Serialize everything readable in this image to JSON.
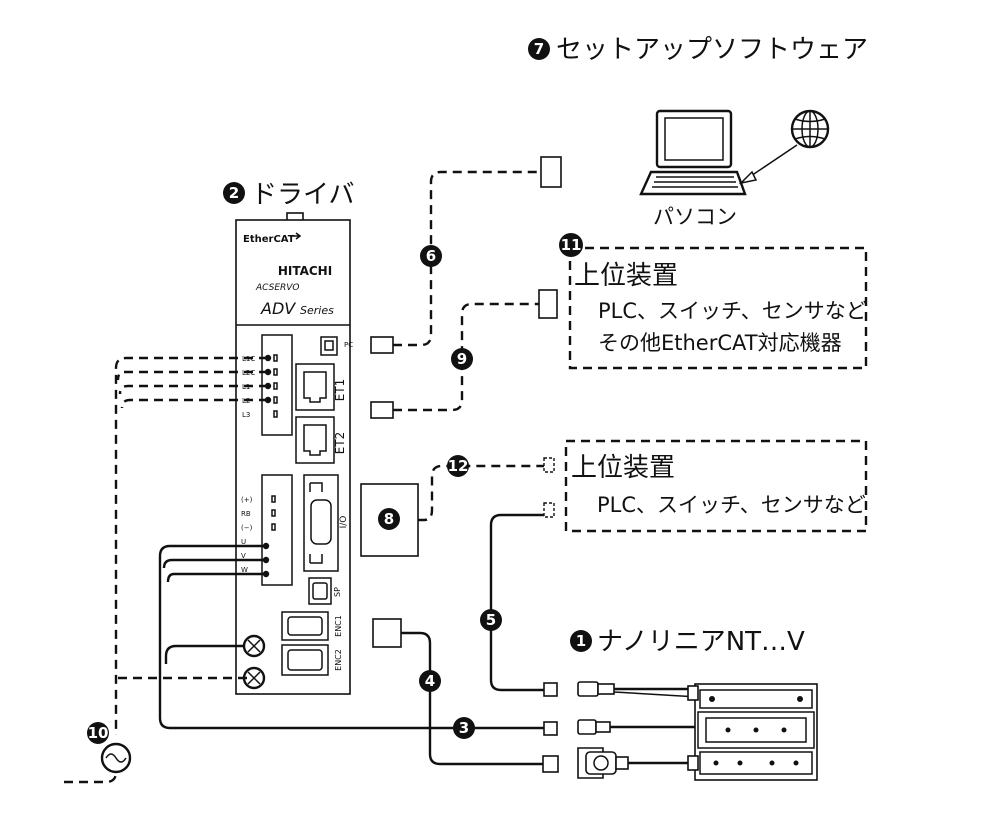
{
  "labels": {
    "setup_software": "セットアップソフトウェア",
    "driver": "ドライバ",
    "pc": "パソコン",
    "upper1_title": "上位装置",
    "upper1_line1": "PLC、スイッチ、センサなど",
    "upper1_line2": "その他EtherCAT対応機器",
    "upper2_title": "上位装置",
    "upper2_line1": "PLC、スイッチ、センサなど",
    "actuator": "ナノリニアNT…V"
  },
  "driver_panel": {
    "ethercat_logo": "EtherCAT",
    "brand": "HITACHI",
    "line": "ACSERVO",
    "model": "ADV",
    "series": "Series",
    "port_pc": "PC",
    "port_et1": "ET1",
    "port_et2": "ET2",
    "port_io": "I/O",
    "port_sp": "SP",
    "port_enc1": "ENC1",
    "port_enc2": "ENC2",
    "power_terminals": [
      "L1C",
      "L2C",
      "L1",
      "L2",
      "L3"
    ],
    "motor_terminals": [
      "(+)",
      "RB",
      "(−)",
      "U",
      "V",
      "W"
    ]
  },
  "badges": {
    "b1": "1",
    "b2": "2",
    "b3": "3",
    "b4": "4",
    "b5": "5",
    "b6": "6",
    "b7": "7",
    "b8": "8",
    "b9": "9",
    "b10": "10",
    "b11": "11",
    "b12": "12"
  },
  "icons": [
    "laptop-icon",
    "globe-icon",
    "ac-power-icon"
  ]
}
